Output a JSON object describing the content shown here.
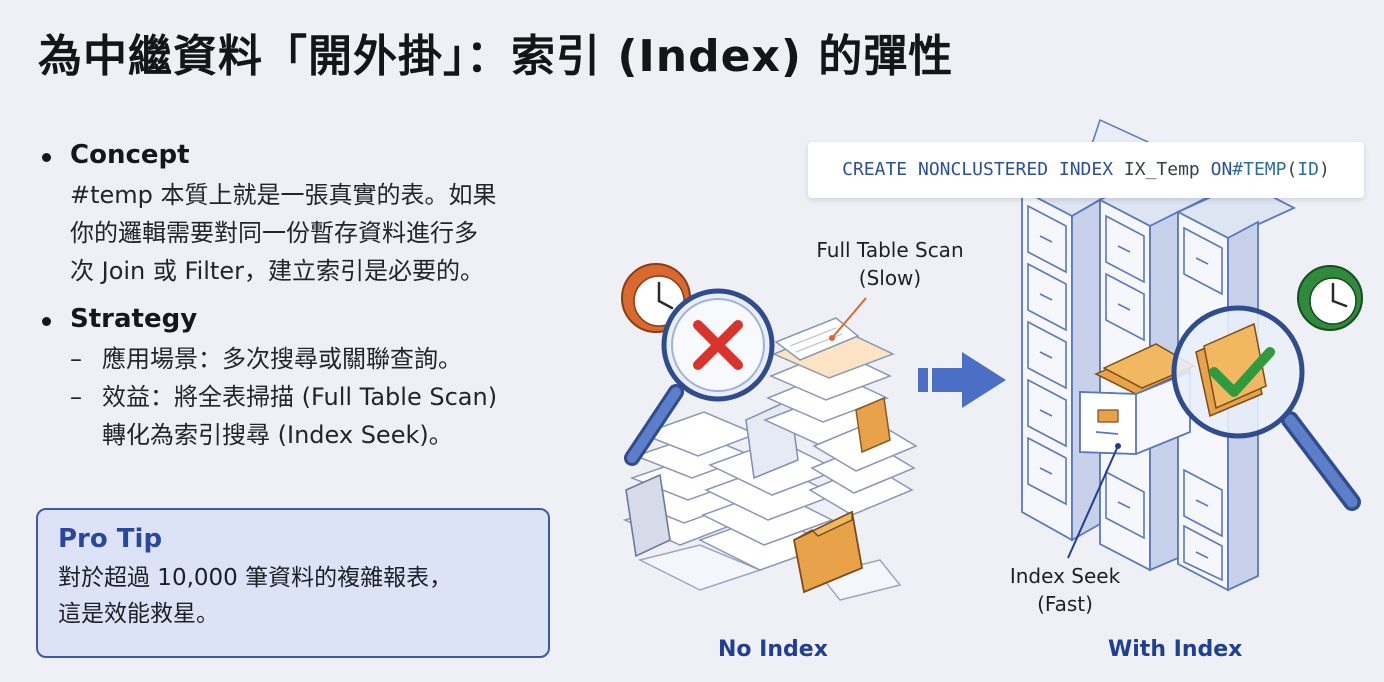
{
  "title": "為中繼資料「開外掛」：索引 (Index) 的彈性",
  "concept": {
    "heading": "Concept",
    "lines": [
      "#temp 本質上就是一張真實的表。如果",
      "你的邏輯需要對同一份暫存資料進行多",
      "次 Join 或 Filter，建立索引是必要的。"
    ]
  },
  "strategy": {
    "heading": "Strategy",
    "dash": "–",
    "item1": "應用場景：多次搜尋或關聯查詢。",
    "item2_line1": "效益：將全表掃描 (Full Table Scan)",
    "item2_line2": "轉化為索引搜尋 (Index Seek)。"
  },
  "protip": {
    "title": "Pro Tip",
    "line1": "對於超過 10,000 筆資料的複雜報表，",
    "line2": "這是效能救星。"
  },
  "code": {
    "kw1": "CREATE NONCLUSTERED INDEX",
    "ident": "IX_Temp",
    "kw2": "ON",
    "table": "#TEMP",
    "paren_open": "(",
    "col": "ID",
    "paren_close": ")"
  },
  "labels": {
    "scan_line1": "Full Table Scan",
    "scan_line2": "(Slow)",
    "seek_line1": "Index Seek",
    "seek_line2": "(Fast)",
    "no_index": "No Index",
    "with_index": "With Index"
  },
  "colors": {
    "accent": "#2a47a0",
    "x_red": "#d9332b",
    "check_green": "#2e9b3e",
    "folder_orange": "#e8a24a",
    "clock_orange": "#d9692e",
    "clock_green": "#2f8a3c",
    "cabinet_blue": "#5a78c0"
  },
  "icons": [
    "clock-icon",
    "magnifier-icon",
    "x-mark-icon",
    "check-mark-icon",
    "arrow-right-icon",
    "file-cabinet-icon",
    "folder-icon"
  ]
}
